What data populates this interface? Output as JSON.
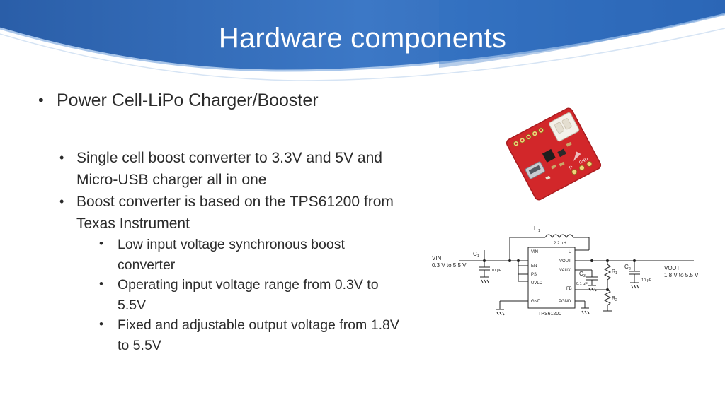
{
  "slide": {
    "title": "Hardware components",
    "bullet_l1": "Power Cell-LiPo Charger/Booster",
    "bullets_l2": [
      "Single cell boost converter to 3.3V and 5V and Micro-USB charger all in one",
      "Boost converter is based on the TPS61200 from Texas Instrument"
    ],
    "bullets_l3": [
      "Low input voltage synchronous boost converter",
      "Operating input voltage range from 0.3V to 5.5V",
      "Fixed and adjustable output voltage from 1.8V to 5.5V"
    ]
  },
  "schematic": {
    "vin_label": "VIN",
    "vin_range": "0.3 V to 5.5 V",
    "vout_label": "VOUT",
    "vout_range": "1.8 V to 5.5 V",
    "inductor": "L",
    "inductor_sub": "1",
    "inductor_value": "2.2 µH",
    "c1": "C",
    "c1_sub": "1",
    "c1_value": "10 µF",
    "c2": "C",
    "c2_sub": "2",
    "c2_value": "10 µF",
    "c3": "C",
    "c3_sub": "3",
    "c3_value": "0.1 µF",
    "r1": "R",
    "r1_sub": "1",
    "r2": "R",
    "r2_sub": "2",
    "ic_name": "TPS61200",
    "pins_left": [
      "VIN",
      "EN",
      "PS",
      "UVLO",
      "GND"
    ],
    "pins_right": [
      "L",
      "VOUT",
      "VAUX",
      "FB",
      "PGND"
    ]
  },
  "colors": {
    "header_dark": "#1f4e9a",
    "header_light": "#4a8fd6",
    "board_red": "#d2272a"
  }
}
